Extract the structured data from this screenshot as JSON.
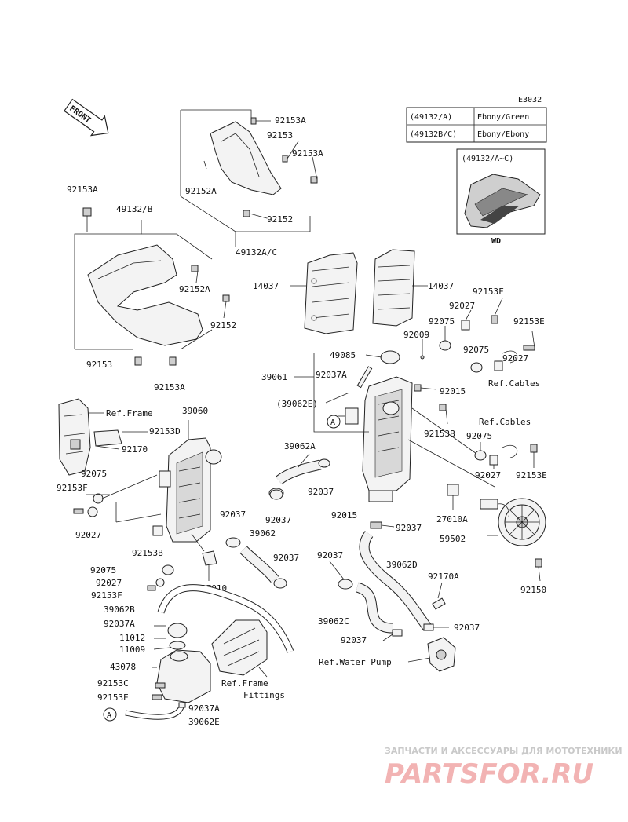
{
  "diagram_code": "E3032",
  "front_label": "FRONT",
  "color_table": [
    {
      "code": "(49132/A)",
      "color": "Ebony/Green"
    },
    {
      "code": "(49132B/C)",
      "color": "Ebony/Ebony"
    }
  ],
  "inset": {
    "title": "(49132/A~C)",
    "footer": "WD"
  },
  "labels": {
    "l92153A_top": "92153A",
    "l92153_top": "92153",
    "l92153A_top2": "92153A",
    "l92152A_top": "92152A",
    "l92152_top": "92152",
    "l49132AC": "49132A/C",
    "l92153A_left": "92153A",
    "l49132B": "49132/B",
    "l92152A_mid": "92152A",
    "l92152_mid": "92152",
    "l92153_mid": "92153",
    "l92153A_mid": "92153A",
    "l14037_left": "14037",
    "l14037_right": "14037",
    "l92153F_r": "92153F",
    "l92027_r": "92027",
    "l92075_r": "92075",
    "l92153E_r": "92153E",
    "l92009": "92009",
    "l49085": "49085",
    "l92075_r2": "92075",
    "l92027_r2": "92027",
    "l39061": "39061",
    "l92037A_c": "92037A",
    "lRefCables1": "Ref.Cables",
    "l92015_c": "92015",
    "l39062E_c": "(39062E)",
    "l92153B_c": "92153B",
    "lRefFrame": "Ref.Frame",
    "l39060": "39060",
    "l92153D": "92153D",
    "l92170": "92170",
    "lRefCables2": "Ref.Cables",
    "l92075_c2": "92075",
    "l39062A": "39062A",
    "l92075_l": "92075",
    "l92153F_l": "92153F",
    "l92037_c": "92037",
    "l92027_c2": "92027",
    "l92153E_c2": "92153E",
    "l92027_l": "92027",
    "l92037_m": "92037",
    "l92015_m": "92015",
    "l27010A": "27010A",
    "l92037_m2": "92037",
    "l39062": "39062",
    "l59502": "59502",
    "l92153B_l": "92153B",
    "l92037_l": "92037",
    "l92037_m3": "92037",
    "l39062D": "39062D",
    "l92075_l2": "92075",
    "l92027_l2": "92027",
    "l92153F_l2": "92153F",
    "l27010": "27010",
    "l92150": "92150",
    "l92170A": "92170A",
    "l39062B": "39062B",
    "l92037A_l": "92037A",
    "l11012": "11012",
    "l11009": "11009",
    "l39062C": "39062C",
    "l92037_b": "92037",
    "l92037_b2": "92037",
    "lRefWaterPump": "Ref.Water Pump",
    "l43078": "43078",
    "lRefFrameFittings1": "Ref.Frame",
    "lRefFrameFittings2": "Fittings",
    "l92153C": "92153C",
    "l92153E_l": "92153E",
    "l92037A_b": "92037A",
    "l39062E_b": "39062E"
  },
  "callout_a": "A",
  "watermark": {
    "top": "ЗАПЧАСТИ И АКСЕССУАРЫ ДЛЯ МОТОТЕХНИКИ",
    "main": "PARTSFOR.RU"
  }
}
